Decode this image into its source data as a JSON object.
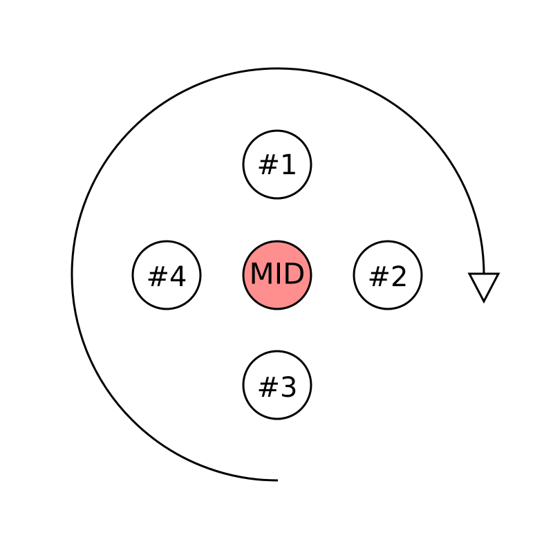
{
  "nodes": {
    "top": {
      "label": "#1"
    },
    "right": {
      "label": "#2"
    },
    "bottom": {
      "label": "#3"
    },
    "left": {
      "label": "#4"
    },
    "center": {
      "label": "MID"
    }
  },
  "colors": {
    "center_fill": "#ff8f8f",
    "node_fill": "#ffffff",
    "stroke": "#000000"
  },
  "rotation_direction": "clockwise"
}
